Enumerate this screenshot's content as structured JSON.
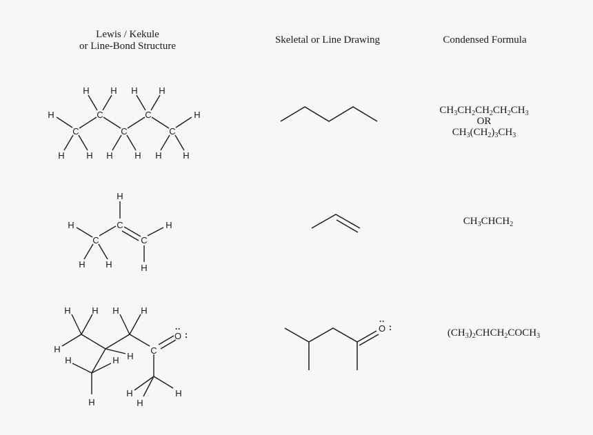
{
  "headers": {
    "lewis_line1": "Lewis / Kekule",
    "lewis_line2": "or Line-Bond Structure",
    "skeletal": "Skeletal or Line Drawing",
    "condensed": "Condensed Formula"
  },
  "rows": [
    {
      "molecule": "pentane",
      "condensed": {
        "line1_parts": [
          "CH",
          "3",
          "CH",
          "2",
          "CH",
          "2",
          "CH",
          "2",
          "CH",
          "3"
        ],
        "or_label": "OR",
        "line2_parts": [
          "CH",
          "3",
          "(CH",
          "2",
          ")",
          "3",
          "CH",
          "3"
        ]
      }
    },
    {
      "molecule": "propene",
      "condensed": {
        "line1_parts": [
          "CH",
          "3",
          "CHCH",
          "2"
        ]
      }
    },
    {
      "molecule": "4-methyl-2-pentanone",
      "condensed": {
        "line1_parts": [
          "(CH",
          "3",
          ")",
          "2",
          "CHCH",
          "2",
          "COCH",
          "3"
        ]
      }
    }
  ],
  "atoms": {
    "carbon": "C",
    "hydrogen": "H",
    "oxygen": "O",
    "lone_pair_top": "··",
    "lone_pair_side": ":"
  },
  "colors": {
    "background": "#f7f7f7",
    "ink": "#1a1a1a"
  }
}
